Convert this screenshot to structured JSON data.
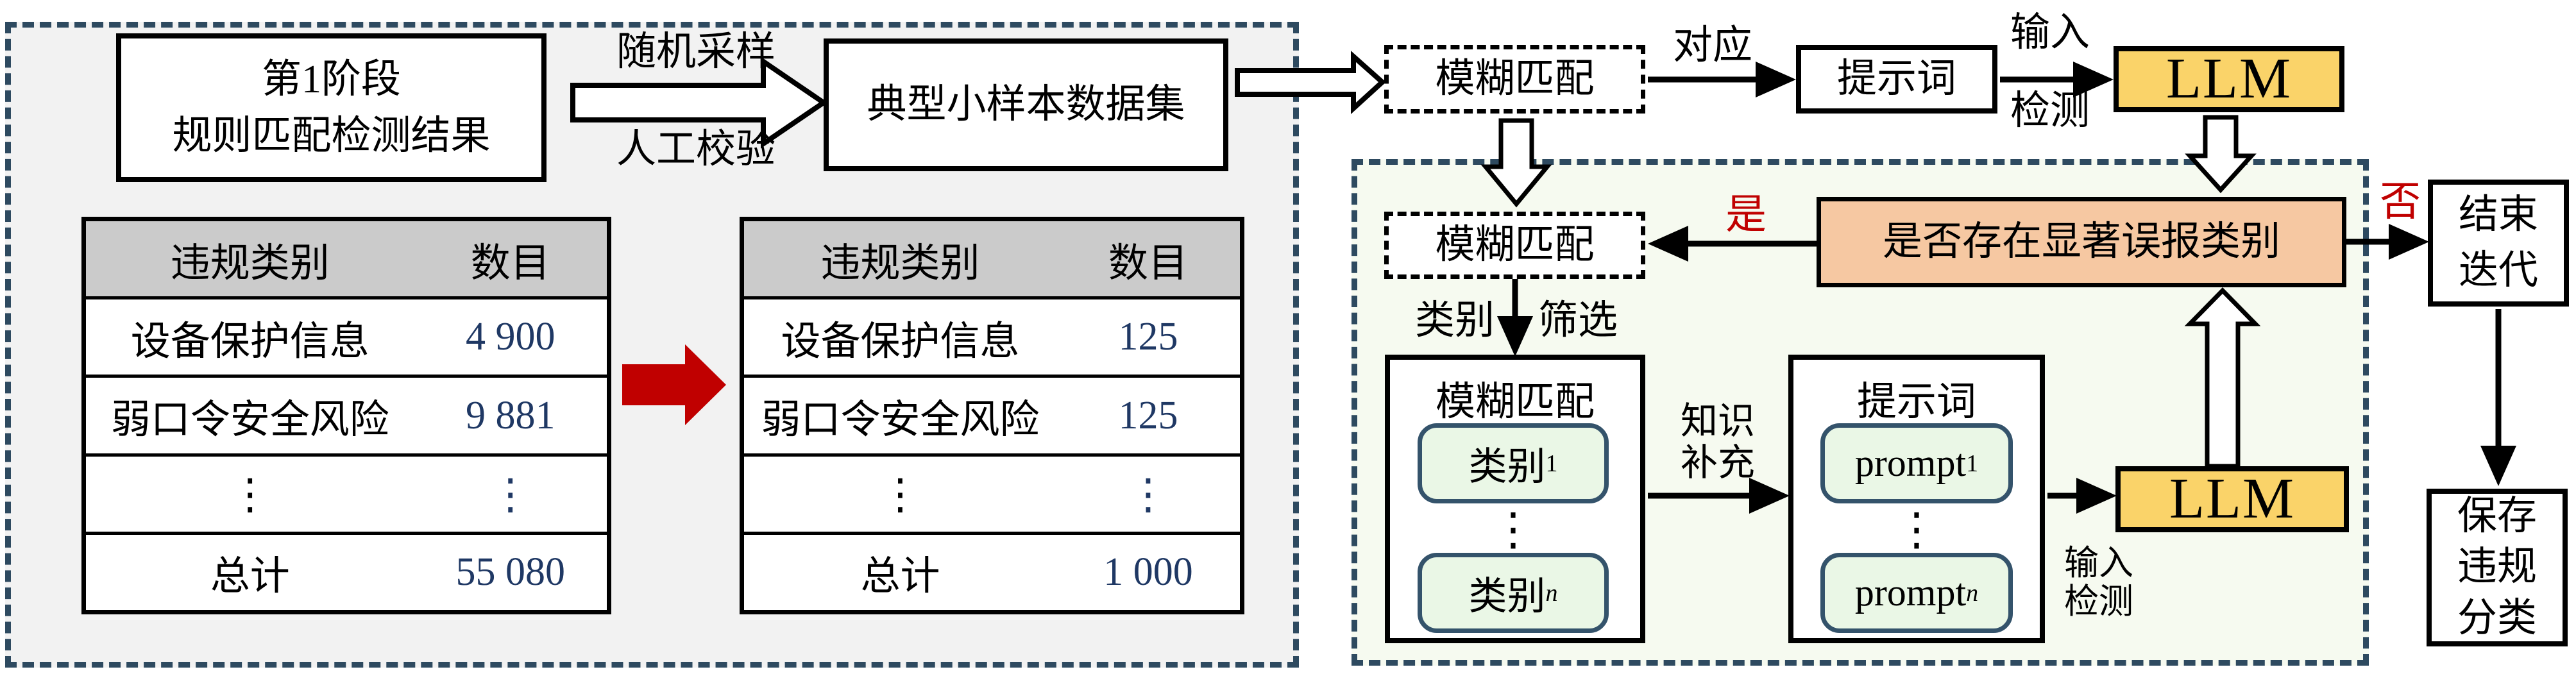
{
  "left_panel": {
    "stage_box": {
      "line1": "第1阶段",
      "line2": "规则匹配检测结果"
    },
    "sampling_arrow": {
      "top_label": "随机采样",
      "bottom_label": "人工校验"
    },
    "dataset_box": {
      "label": "典型小样本数据集"
    },
    "table_before": {
      "headers": [
        "违规类别",
        "数目"
      ],
      "rows": [
        [
          "设备保护信息",
          "4 900"
        ],
        [
          "弱口令安全风险",
          "9 881"
        ],
        [
          "⋮",
          "⋮"
        ],
        [
          "总计",
          "55 080"
        ]
      ]
    },
    "table_after": {
      "headers": [
        "违规类别",
        "数目"
      ],
      "rows": [
        [
          "设备保护信息",
          "125"
        ],
        [
          "弱口令安全风险",
          "125"
        ],
        [
          "⋮",
          "⋮"
        ],
        [
          "总计",
          "1 000"
        ]
      ]
    }
  },
  "top_flow": {
    "fuzzy_match_box": {
      "label": "模糊匹配"
    },
    "correspond_label": "对应",
    "prompt_box": {
      "label": "提示词"
    },
    "input_label": "输入",
    "detect_label": "检测",
    "llm_box": {
      "label": "LLM"
    }
  },
  "iteration_panel": {
    "fuzzy_match_box": {
      "label": "模糊匹配"
    },
    "decision_box": {
      "label": "是否存在显著误报类别"
    },
    "yes_label": "是",
    "no_label": "否",
    "category_label": "类别",
    "filter_label": "筛选",
    "knowledge_label": {
      "line1": "知识",
      "line2": "补充"
    },
    "fuzzy_container": {
      "title": "模糊匹配",
      "first_item": {
        "base": "类别",
        "sub": "1"
      },
      "dots": "⋮",
      "last_item": {
        "base": "类别",
        "sub": "n"
      }
    },
    "prompt_container": {
      "title": "提示词",
      "first_item": {
        "base": "prompt",
        "sub": "1"
      },
      "dots": "⋮",
      "last_item": {
        "base": "prompt",
        "sub": "n"
      }
    },
    "input_label": "输入",
    "detect_label": "检测",
    "llm_box": {
      "label": "LLM"
    }
  },
  "outputs": {
    "end_box": {
      "line1": "结束",
      "line2": "迭代"
    },
    "save_box": {
      "line1": "保存",
      "line2": "违规",
      "line3": "分类"
    }
  },
  "colors": {
    "llm_yellow": "#FAD369",
    "decision_orange": "#F6C8A2",
    "item_green": "#EAF7E6",
    "item_border_blue": "#34536B",
    "panel_border_blue": "#2E4A60",
    "left_panel_gray": "#F2F2F2",
    "iteration_panel_green": "#F6FAF0",
    "table_header_gray": "#CBCBCB",
    "number_navy": "#1F3864",
    "emphasis_red": "#C00000"
  }
}
